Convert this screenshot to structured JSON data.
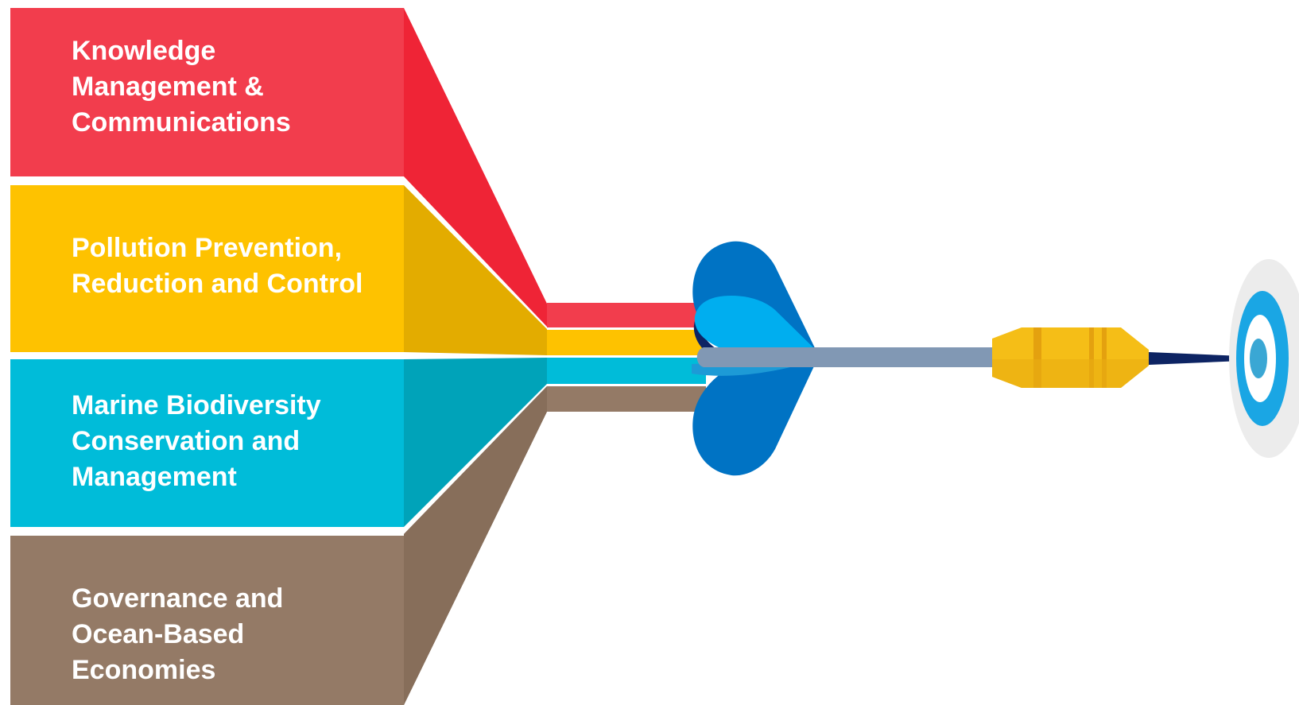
{
  "categories": [
    {
      "id": "knowledge",
      "label": "Knowledge\nManagement &\nCommunications",
      "color": "#f23d4d",
      "shade": "#ef2436"
    },
    {
      "id": "pollution",
      "label": "Pollution Prevention,\nReduction and Control",
      "color": "#fec200",
      "shade": "#e3ac00"
    },
    {
      "id": "biodiversity",
      "label": "Marine Biodiversity\nConservation and\nManagement",
      "color": "#00bcd9",
      "shade": "#00a3b9"
    },
    {
      "id": "governance",
      "label": "Governance and\nOcean-Based\nEconomies",
      "color": "#947a66",
      "shade": "#876e5a"
    }
  ],
  "dart": {
    "icon": "dart-icon",
    "flight_color": "#0073c4",
    "flight_light": "#00aeef",
    "shaft_color": "#8198b4",
    "barrel_color": "#f5be17",
    "tip_color": "#0d2463"
  },
  "target": {
    "icon": "target-icon",
    "outer_color": "#ececec",
    "ring_color": "#1aa6e4",
    "center_color": "#3aa7d4"
  }
}
